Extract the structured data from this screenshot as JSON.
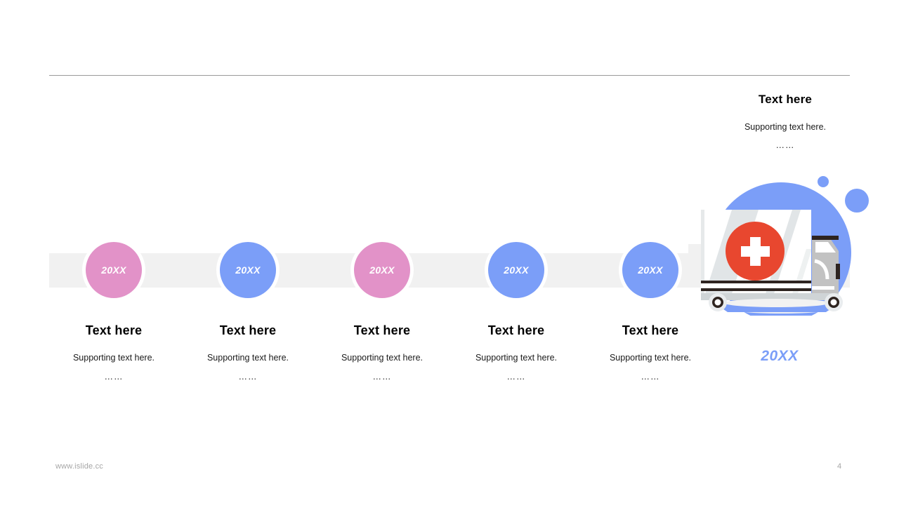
{
  "slide": {
    "background_color": "#ffffff",
    "page_number": "4",
    "footer_url": "www.islide.cc",
    "divider_color": "#9a9a9a"
  },
  "header_block": {
    "title": "Text here",
    "subtitle": "Supporting text here.",
    "dots": "……"
  },
  "timeline": {
    "bar_color": "#f1f1f1",
    "milestones": [
      {
        "year": "20XX",
        "color": "#e292c8",
        "title": "Text here",
        "subtitle": "Supporting text here.",
        "dots": "……"
      },
      {
        "year": "20XX",
        "color": "#7b9ef8",
        "title": "Text here",
        "subtitle": "Supporting text here.",
        "dots": "……"
      },
      {
        "year": "20XX",
        "color": "#e292c8",
        "title": "Text here",
        "subtitle": "Supporting text here.",
        "dots": "……"
      },
      {
        "year": "20XX",
        "color": "#7b9ef8",
        "title": "Text here",
        "subtitle": "Supporting text here.",
        "dots": "……"
      },
      {
        "year": "20XX",
        "color": "#7b9ef8",
        "title": "Text here",
        "subtitle": "Supporting text here.",
        "dots": "……"
      }
    ]
  },
  "illustration": {
    "name": "ambulance-truck-illustration",
    "year_label": "20XX",
    "year_label_color": "#7b9ef8",
    "backdrop_color": "#7b9ef8",
    "cross_badge_color": "#e8472f",
    "body_color": "#ffffff",
    "cab_color": "#c2c2c2"
  }
}
